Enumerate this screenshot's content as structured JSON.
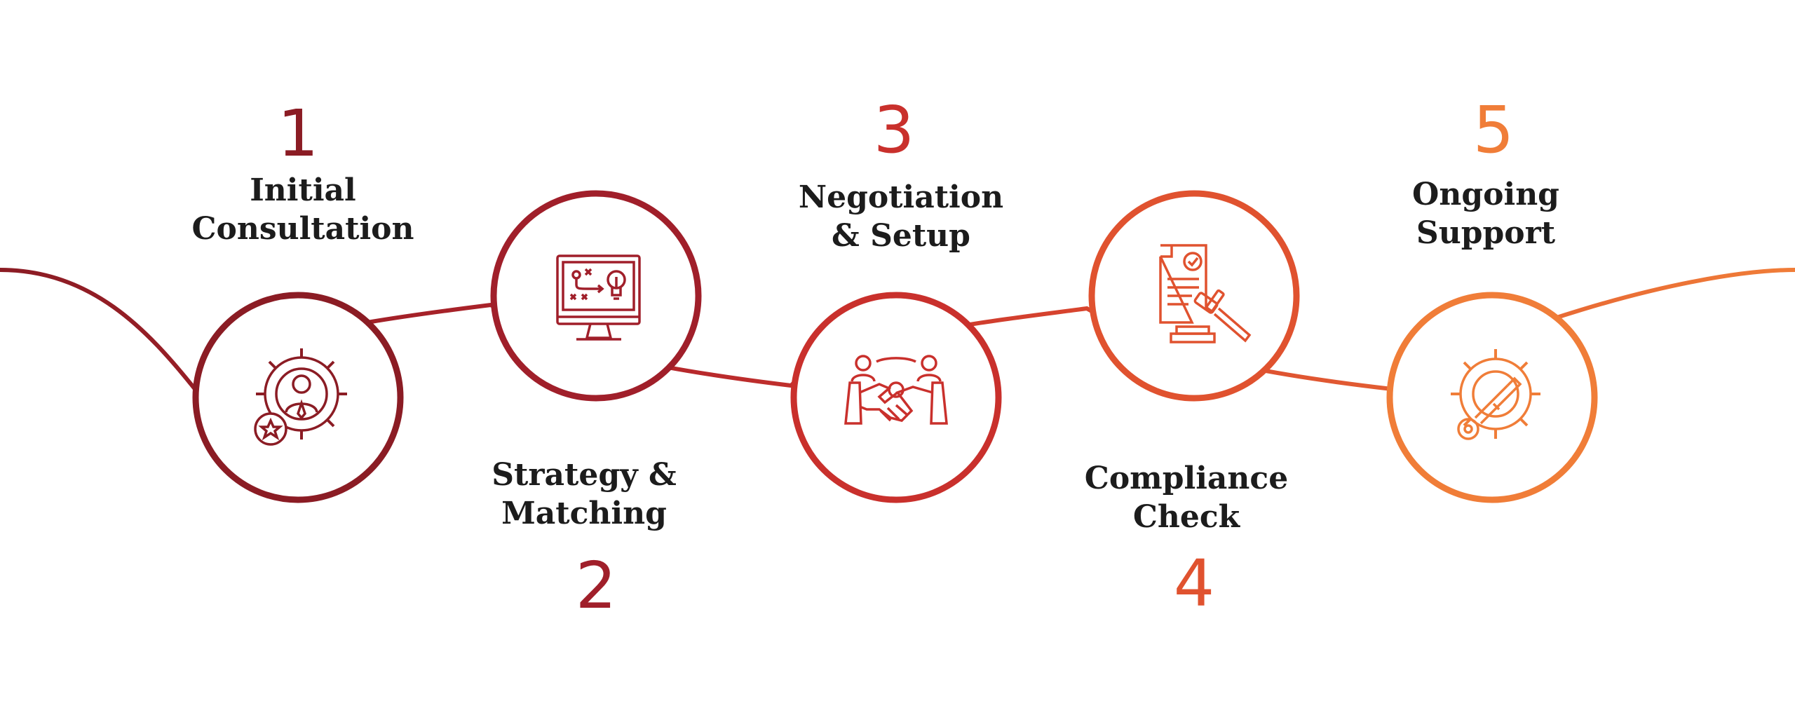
{
  "colors": {
    "step1": "#8b1c24",
    "step2": "#a01f2a",
    "step3": "#c9302c",
    "step4": "#e0522f",
    "step5": "#f07d38",
    "text": "#1c1c1c",
    "background": "#ffffff"
  },
  "steps": [
    {
      "number": "1",
      "title_line1": "Initial",
      "title_line2": "Consultation",
      "icon": "gear-user-star-icon"
    },
    {
      "number": "2",
      "title_line1": "Strategy &",
      "title_line2": "Matching",
      "icon": "monitor-strategy-idea-icon"
    },
    {
      "number": "3",
      "title_line1": "Negotiation",
      "title_line2": "& Setup",
      "icon": "handshake-team-icon"
    },
    {
      "number": "4",
      "title_line1": "Compliance",
      "title_line2": "Check",
      "icon": "document-gavel-icon"
    },
    {
      "number": "5",
      "title_line1": "Ongoing",
      "title_line2": "Support",
      "icon": "gear-key-icon"
    }
  ]
}
